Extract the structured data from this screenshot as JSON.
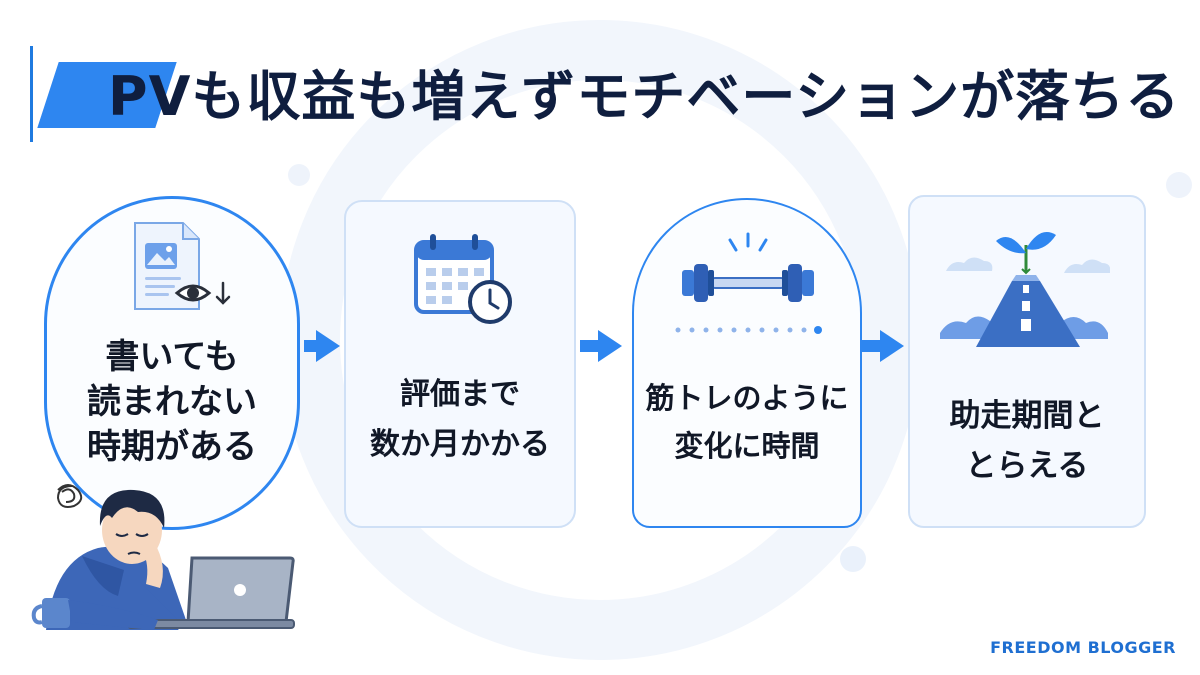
{
  "headline": {
    "title": "PVも収益も増えずモチベーションが落ちる"
  },
  "steps": [
    {
      "lines": [
        "書いても",
        "読まれない",
        "時期がある"
      ],
      "icon": "document-eye-icon"
    },
    {
      "lines": [
        "評価まで",
        "数か月かかる"
      ],
      "icon": "calendar-clock-icon"
    },
    {
      "lines": [
        "筋トレのように",
        "変化に時間"
      ],
      "icon": "dumbbell-icon"
    },
    {
      "lines": [
        "助走期間と",
        "とらえる"
      ],
      "icon": "sprout-road-icon"
    }
  ],
  "brand": "FREEDOM BLOGGER",
  "colors": {
    "accent": "#2e86f0",
    "title": "#0f1e3f",
    "hoodie": "#3d67b8"
  }
}
